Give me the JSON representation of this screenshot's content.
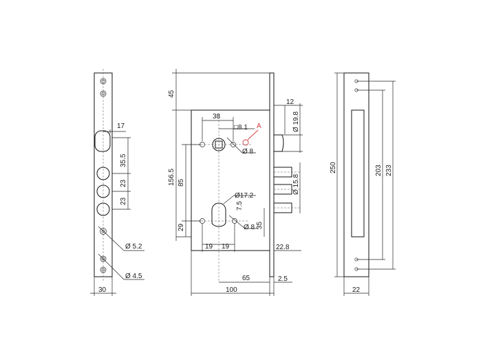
{
  "views": {
    "faceplate": {
      "dims": [
        "17",
        "35.5",
        "23",
        "23",
        "Ø 5.2",
        "Ø 4.5",
        "30"
      ]
    },
    "body": {
      "dims": [
        "45",
        "38",
        "□8.1",
        "A",
        "Ø 8",
        "12",
        "Ø 19.8",
        "156.5",
        "85",
        "Ø 15.8",
        "Ø17.2",
        "7.5",
        "Ø 8",
        "29",
        "35",
        "19",
        "19",
        "22.8",
        "65",
        "2.5",
        "100"
      ]
    },
    "strike": {
      "dims": [
        "250",
        "203",
        "233",
        "22"
      ]
    }
  },
  "colors": {
    "line": "#111111",
    "callout": "#d23a3a",
    "background": "#ffffff"
  }
}
